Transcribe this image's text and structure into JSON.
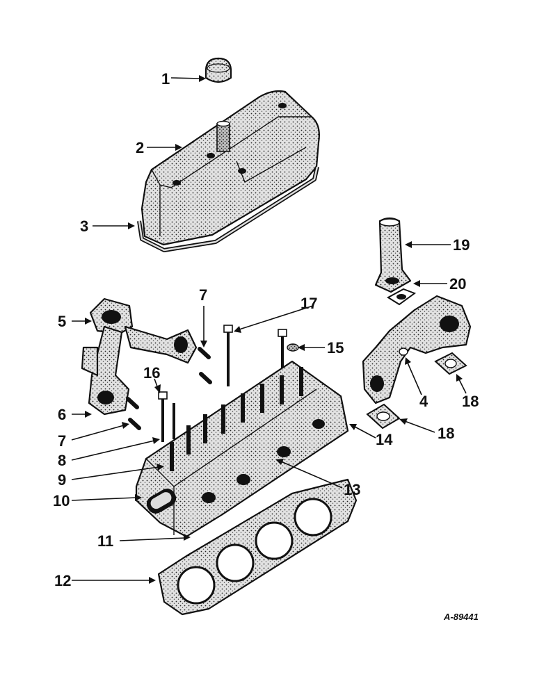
{
  "diagram": {
    "figure_id": "A-89441",
    "callouts": [
      "1",
      "2",
      "3",
      "4",
      "5",
      "6",
      "7",
      "7",
      "8",
      "9",
      "10",
      "11",
      "12",
      "13",
      "14",
      "15",
      "16",
      "17",
      "18",
      "18",
      "19",
      "20"
    ],
    "colors": {
      "ink": "#111111",
      "paper": "#ffffff",
      "stipple": "#d9d9d9"
    }
  }
}
